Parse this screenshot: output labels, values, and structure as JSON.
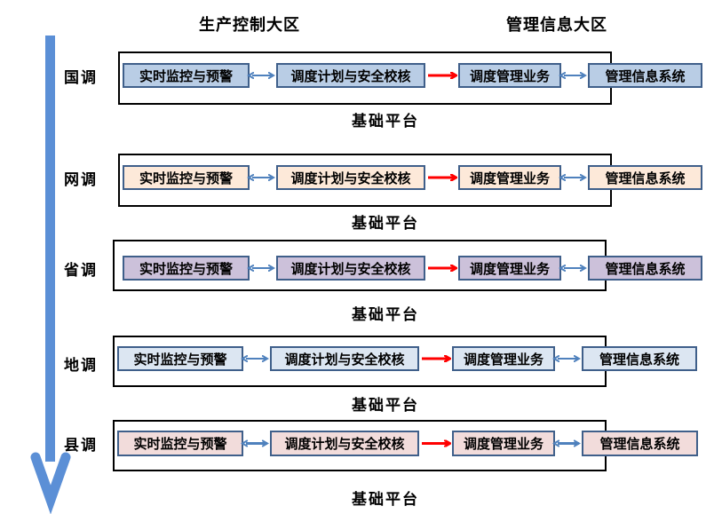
{
  "zone_titles": {
    "production": "生产控制大区",
    "management": "管理信息大区"
  },
  "hierarchy_arrow": {
    "direction": "down",
    "color": "#5b8fd6"
  },
  "modules": [
    "实时监控与预警",
    "调度计划与安全校核",
    "调度管理业务",
    "管理信息系统"
  ],
  "platform_label": "基础平台",
  "links": [
    {
      "from": "实时监控与预警",
      "to": "调度计划与安全校核",
      "type": "bidirectional",
      "color": "#4f81bd"
    },
    {
      "from": "调度计划与安全校核",
      "to": "调度管理业务",
      "type": "one-way",
      "color": "#ff0000"
    },
    {
      "from": "调度管理业务",
      "to": "管理信息系统",
      "type": "bidirectional",
      "color": "#4f81bd"
    }
  ],
  "levels": [
    {
      "label": "国调",
      "fill": "#b9cde5",
      "modules": [
        "实时监控与预警",
        "调度计划与安全校核",
        "调度管理业务",
        "管理信息系统"
      ],
      "platform": "基础平台"
    },
    {
      "label": "网调",
      "fill": "#fde9d9",
      "modules": [
        "实时监控与预警",
        "调度计划与安全校核",
        "调度管理业务",
        "管理信息系统"
      ],
      "platform": "基础平台"
    },
    {
      "label": "省调",
      "fill": "#ccc1da",
      "modules": [
        "实时监控与预警",
        "调度计划与安全校核",
        "调度管理业务",
        "管理信息系统"
      ],
      "platform": "基础平台"
    },
    {
      "label": "地调",
      "fill": "#dce6f2",
      "modules": [
        "实时监控与预警",
        "调度计划与安全校核",
        "调度管理业务",
        "管理信息系统"
      ],
      "platform": "基础平台"
    },
    {
      "label": "县调",
      "fill": "#f2dcdb",
      "modules": [
        "实时监控与预警",
        "调度计划与安全校核",
        "调度管理业务",
        "管理信息系统"
      ],
      "platform": "基础平台"
    }
  ]
}
